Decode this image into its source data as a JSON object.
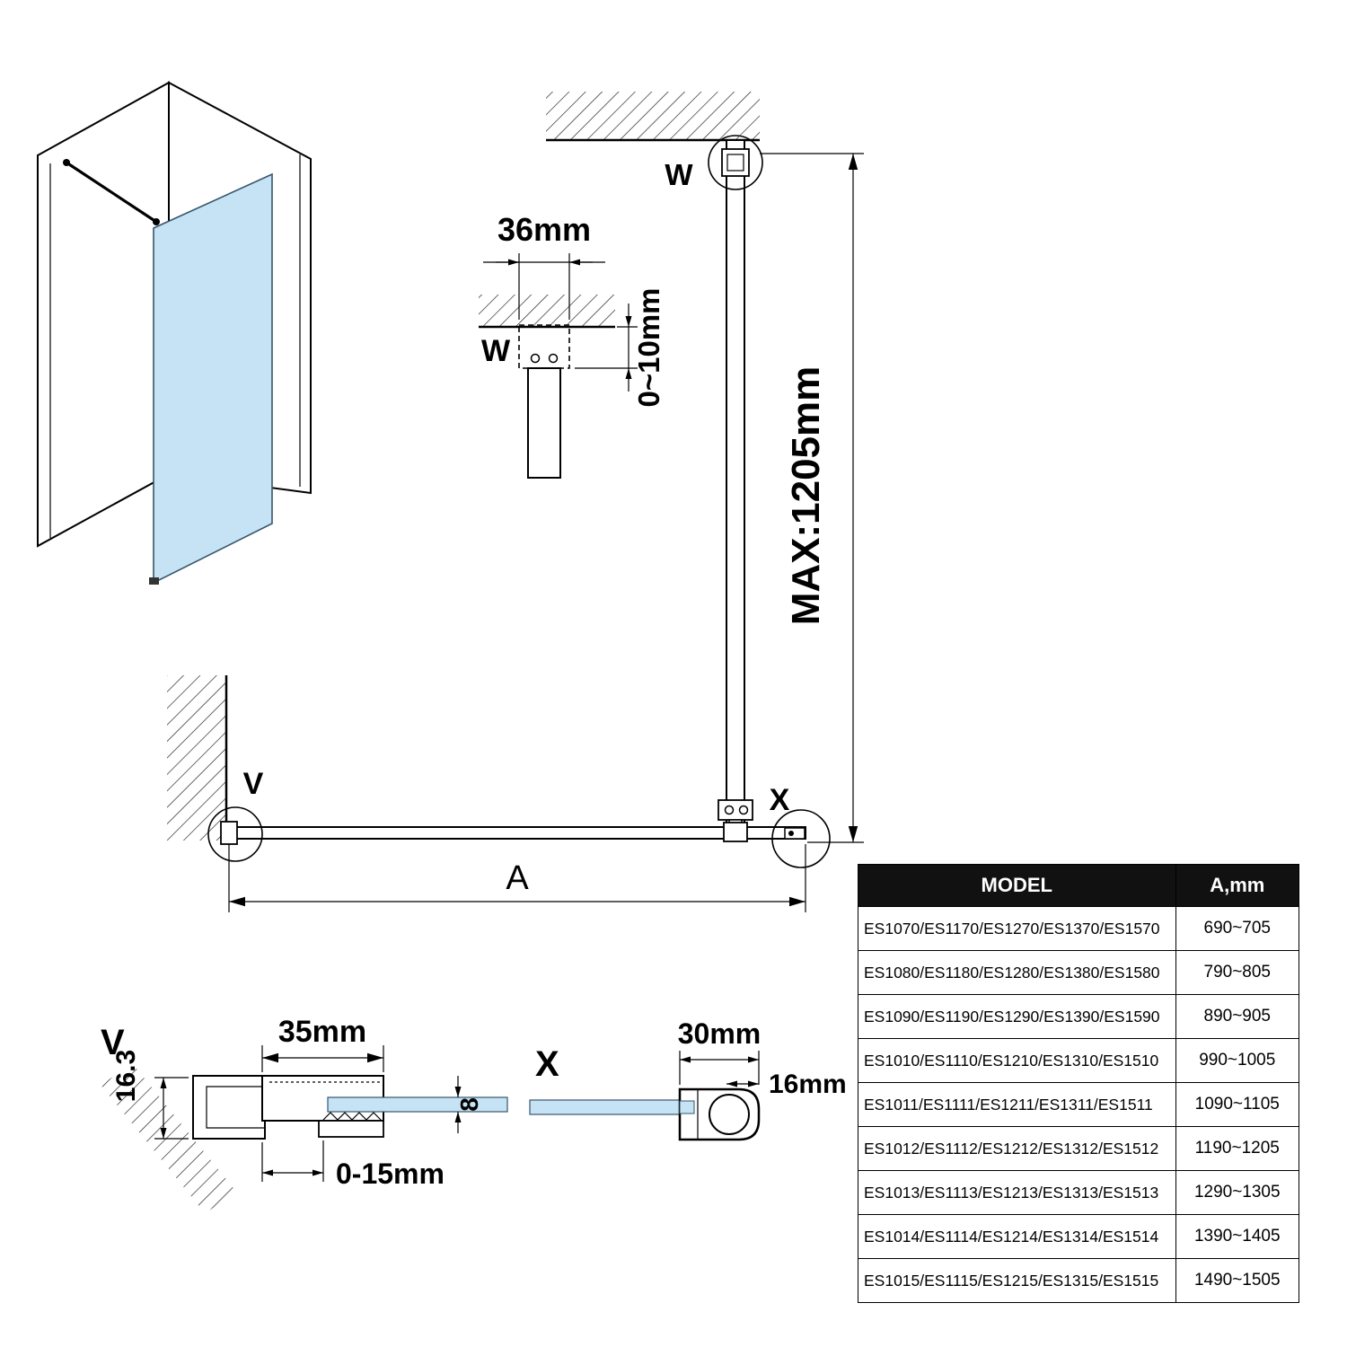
{
  "colors": {
    "glass": "#c5e3f4",
    "line": "#000000",
    "table_header_bg": "#111111",
    "table_header_text": "#ffffff"
  },
  "detail_w": {
    "label": "W",
    "width": "36mm",
    "gap": "0~10mm"
  },
  "elevation": {
    "ceiling_label": "W",
    "wall_label": "V",
    "end_label": "X",
    "max_height": "MAX:1205mm",
    "width_label": "A"
  },
  "detail_v": {
    "label": "V",
    "width": "35mm",
    "depth": "16.3",
    "adjust": "0-15mm",
    "glass_thickness": "8"
  },
  "detail_x": {
    "label": "X",
    "width": "30mm",
    "profile": "16mm"
  },
  "table": {
    "headers": [
      "MODEL",
      "A,mm"
    ],
    "rows": [
      {
        "model": "ES1070/ES1170/ES1270/ES1370/ES1570",
        "a": "690~705"
      },
      {
        "model": "ES1080/ES1180/ES1280/ES1380/ES1580",
        "a": "790~805"
      },
      {
        "model": "ES1090/ES1190/ES1290/ES1390/ES1590",
        "a": "890~905"
      },
      {
        "model": "ES1010/ES1110/ES1210/ES1310/ES1510",
        "a": "990~1005"
      },
      {
        "model": "ES1011/ES1111/ES1211/ES1311/ES1511",
        "a": "1090~1105"
      },
      {
        "model": "ES1012/ES1112/ES1212/ES1312/ES1512",
        "a": "1190~1205"
      },
      {
        "model": "ES1013/ES1113/ES1213/ES1313/ES1513",
        "a": "1290~1305"
      },
      {
        "model": "ES1014/ES1114/ES1214/ES1314/ES1514",
        "a": "1390~1405"
      },
      {
        "model": "ES1015/ES1115/ES1215/ES1315/ES1515",
        "a": "1490~1505"
      }
    ]
  }
}
